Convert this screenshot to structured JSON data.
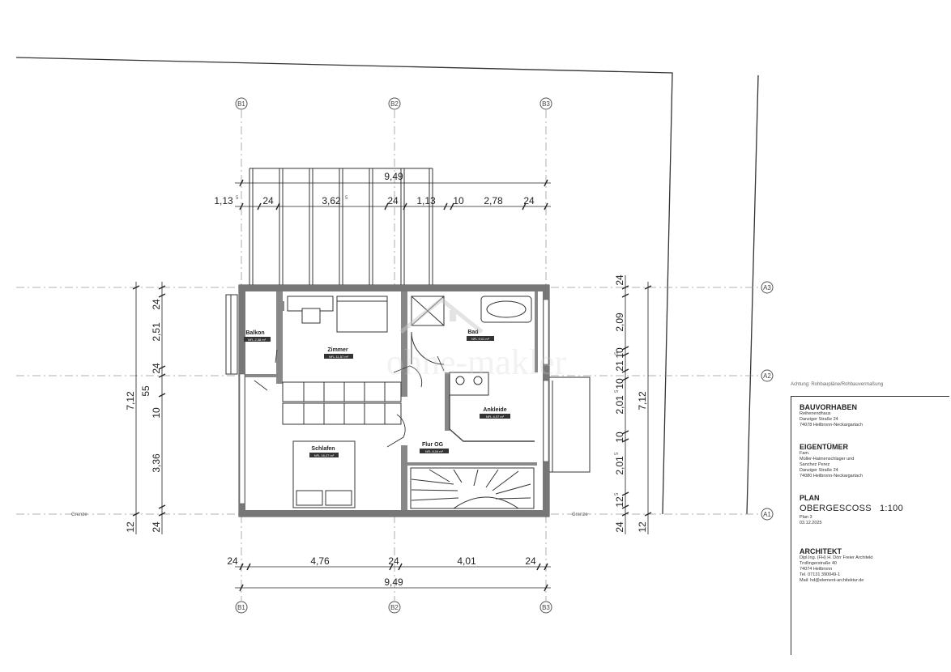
{
  "dimensions_top": {
    "overall": "9,49",
    "parts": [
      "1,13",
      "24",
      "3,62",
      "24",
      "1,13",
      "10",
      "2,78",
      "24"
    ],
    "superscripts": [
      "5",
      "5"
    ]
  },
  "dimensions_bottom": {
    "parts": [
      "24",
      "4,76",
      "24",
      "4,01",
      "24"
    ],
    "overall": "9,49"
  },
  "dimensions_left": {
    "overall": "7,12",
    "overall2": "55",
    "parts": [
      "24",
      "2,51",
      "24",
      "10",
      "3,36",
      "24"
    ],
    "outer": "12"
  },
  "dimensions_right": {
    "overall": "7,12",
    "parts": [
      "24",
      "2,09",
      "10",
      "21",
      "10",
      "2,01",
      "10",
      "2,01",
      "12",
      "24"
    ],
    "superscripts": [
      "5",
      "5",
      "5",
      "5"
    ],
    "outer": "12"
  },
  "axes": {
    "top": [
      "B1",
      "B2",
      "B3"
    ],
    "bottom": [
      "B1",
      "B2",
      "B3"
    ],
    "right": [
      "A3",
      "A2",
      "A1"
    ]
  },
  "boundary_labels": [
    "Grenze",
    "Grenze"
  ],
  "rooms": [
    {
      "name": "Balkon",
      "area": "NFL 2,38 m²"
    },
    {
      "name": "Zimmer",
      "area": "NFL 11,57 m²"
    },
    {
      "name": "Bad",
      "area": "NFL 9,01 m²"
    },
    {
      "name": "Ankleide",
      "area": "NFL 4,37 m²"
    },
    {
      "name": "Schlafen",
      "area": "NFL 16,27 m²"
    },
    {
      "name": "Flur OG",
      "area": "NFL 6,04 m²"
    }
  ],
  "watermark": "ohne-makler",
  "note": "Achtung: Rohbaupläne/Rohbauvermaßung",
  "title_block": {
    "bauvorhaben_heading": "BAUVORHABEN",
    "bauvorhaben_lines": [
      "Reihenendhaus",
      "Danziger Straße 24",
      "74078 Heilbronn-Neckargartach"
    ],
    "eigentuemer_heading": "EIGENTÜMER",
    "eigentuemer_lines": [
      "Fam.",
      "Müller-Haimenschlager und",
      "Sanchez Perez",
      "Danziger Straße 24",
      "74080 Heilbronn-Neckargartach"
    ],
    "plan_heading": "PLAN",
    "plan_name": "OBERGESCOSS",
    "plan_scale": "1:100",
    "plan_lines": [
      "Plan 3",
      "03.12.2025"
    ],
    "architekt_heading": "ARCHITEKT",
    "architekt_lines": [
      "Dipl.Ing. (FH) H. Dörr Freier Architekt",
      "Trollingerstraße 40",
      "74074 Heilbronn",
      "Tel. 07131 390049-1",
      "Mail: hd@element-architektur.de"
    ]
  }
}
